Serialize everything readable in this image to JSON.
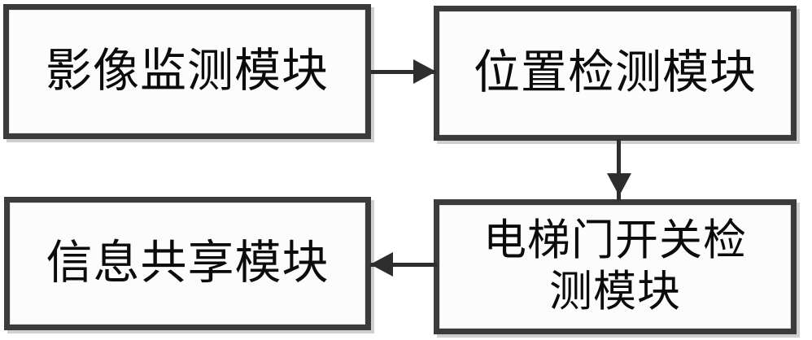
{
  "diagram": {
    "type": "block-flow-diagram",
    "background_color": "#ffffff",
    "box_border_color": "#3b3b3b",
    "box_fill_color": "#fdfdfd",
    "text_color": "#0b0b0b",
    "connector_color": "#2e2e2e",
    "nodes": [
      {
        "id": "image-monitor",
        "label": "影像监测模块",
        "position": "top-left"
      },
      {
        "id": "position-detect",
        "label": "位置检测模块",
        "position": "top-right"
      },
      {
        "id": "door-detect",
        "label": "电梯门开关检\n测模块",
        "position": "bottom-right"
      },
      {
        "id": "info-share",
        "label": "信息共享模块",
        "position": "bottom-left"
      }
    ],
    "edges": [
      {
        "id": "monitor-to-position",
        "from": "image-monitor",
        "to": "position-detect",
        "direction": "right",
        "style": "solid-arrow"
      },
      {
        "id": "position-to-door",
        "from": "position-detect",
        "to": "door-detect",
        "direction": "down",
        "style": "solid-arrow"
      },
      {
        "id": "door-to-info",
        "from": "door-detect",
        "to": "info-share",
        "direction": "left",
        "style": "solid-arrow"
      }
    ]
  }
}
